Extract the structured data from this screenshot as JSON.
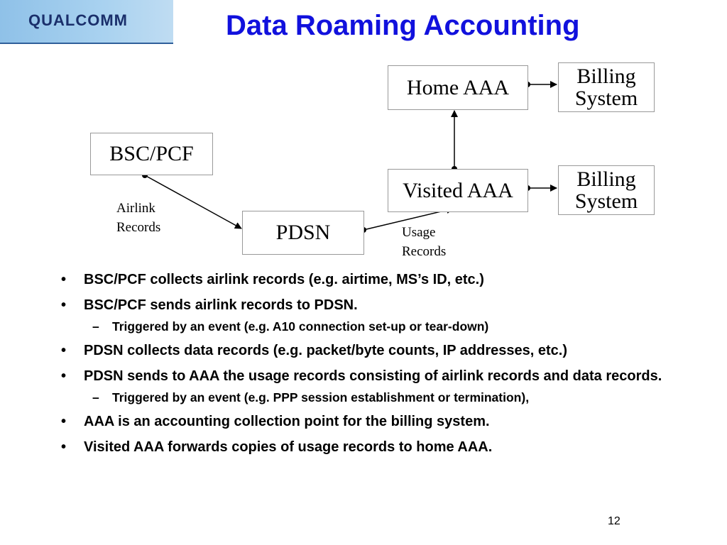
{
  "logo": {
    "text": "QUALCOMM"
  },
  "title": "Data Roaming Accounting",
  "diagram": {
    "home_aaa": "Home AAA",
    "visited_aaa": "Visited AAA",
    "bsc_pcf": "BSC/PCF",
    "pdsn": "PDSN",
    "billing_1": [
      "Billing",
      "System"
    ],
    "billing_2": [
      "Billing",
      "System"
    ],
    "airlink_label": [
      "Airlink",
      "Records"
    ],
    "usage_label": [
      "Usage",
      "Records"
    ]
  },
  "bullets": [
    {
      "level": 1,
      "marker": "•",
      "text": "BSC/PCF collects airlink records (e.g. airtime, MS’s ID, etc.)"
    },
    {
      "level": 1,
      "marker": "•",
      "text": "BSC/PCF sends airlink records to PDSN."
    },
    {
      "level": 2,
      "marker": "–",
      "text": "Triggered by an event (e.g. A10 connection set-up or tear-down)"
    },
    {
      "level": 1,
      "marker": "•",
      "text": "PDSN collects data records (e.g. packet/byte counts, IP addresses, etc.)"
    },
    {
      "level": 1,
      "marker": "•",
      "text": "PDSN sends to AAA the usage records consisting of airlink records and data records."
    },
    {
      "level": 2,
      "marker": "–",
      "text": "Triggered by an event (e.g. PPP session establishment or termination),"
    },
    {
      "level": 1,
      "marker": "•",
      "text": "AAA is an accounting collection point for the billing system."
    },
    {
      "level": 1,
      "marker": "•",
      "text": "Visited AAA forwards copies of usage records to home AAA."
    }
  ],
  "page_number": "12"
}
